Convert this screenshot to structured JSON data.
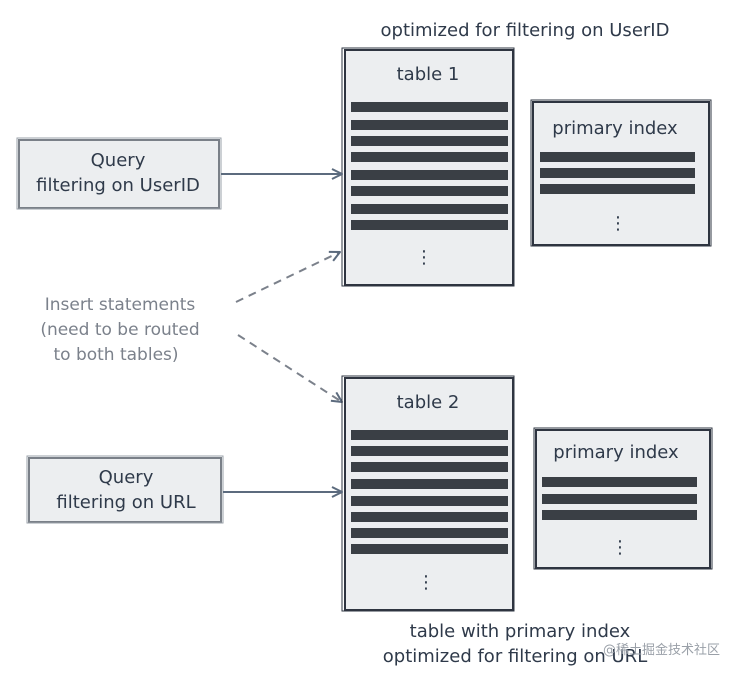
{
  "top_caption": "optimized for filtering on UserID",
  "bottom_caption": {
    "line1": "table with primary index",
    "line2": "optimized for filtering on URL"
  },
  "query1": {
    "line1": "Query",
    "line2": "filtering on UserID"
  },
  "query2": {
    "line1": "Query",
    "line2": "filtering on URL"
  },
  "insert_note": {
    "line1": "Insert statements",
    "line2": "(need to be routed",
    "line3": "to both tables)"
  },
  "table1": {
    "title": "table 1",
    "ellipsis": "⋮"
  },
  "table2": {
    "title": "table 2",
    "ellipsis": "⋮"
  },
  "index1": {
    "title": "primary index",
    "ellipsis": "⋮"
  },
  "index2": {
    "title": "primary index",
    "ellipsis": "⋮"
  },
  "watermark": "@稀土掘金技术社区",
  "colors": {
    "box_fill": "#eceef0",
    "box_stroke": "#2e3440",
    "row_fill": "#3a3f45",
    "arrow": "#5c6b7e",
    "text": "#2f3a4a"
  }
}
